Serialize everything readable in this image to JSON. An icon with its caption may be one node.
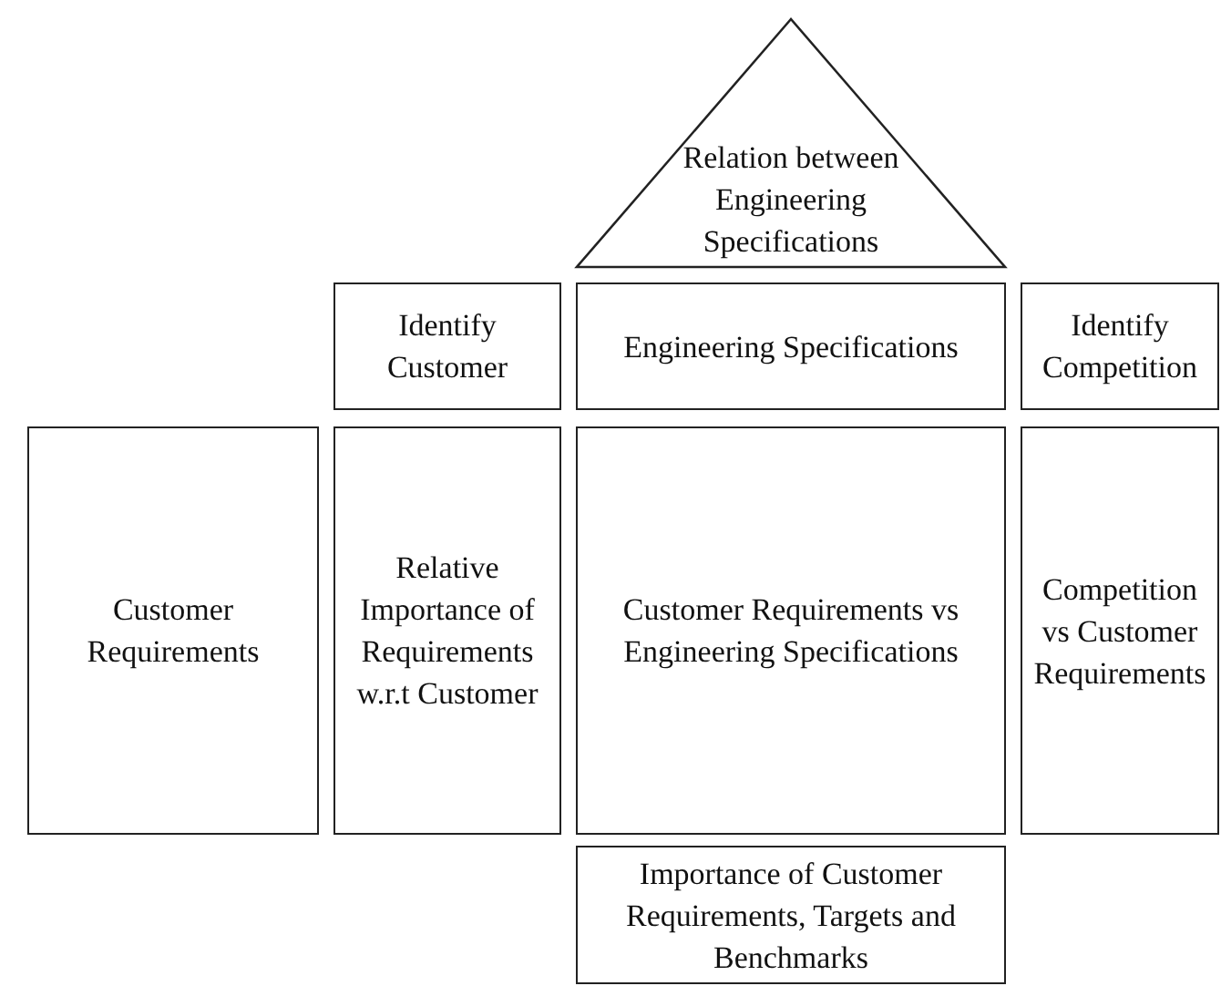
{
  "diagram": {
    "nodes": [
      {
        "text": [
          "Relation between Engineering Specifications"
        ]
      },
      {
        "text": [
          "Identify Customer"
        ]
      },
      {
        "text": [
          "Engineering Specifications"
        ]
      },
      {
        "text": [
          "Identify Competition"
        ]
      },
      {
        "text": [
          "Customer Requirements"
        ]
      },
      {
        "text": [
          "Relative Importance of Requirements w.r.t Customer"
        ]
      },
      {
        "text": [
          "Customer Requirements vs Engineering Specifications"
        ]
      },
      {
        "text": [
          "Competition vs Customer Requirements"
        ]
      },
      {
        "text": [
          "Importance of Customer Requirements, Targets and Benchmarks"
        ]
      }
    ]
  }
}
